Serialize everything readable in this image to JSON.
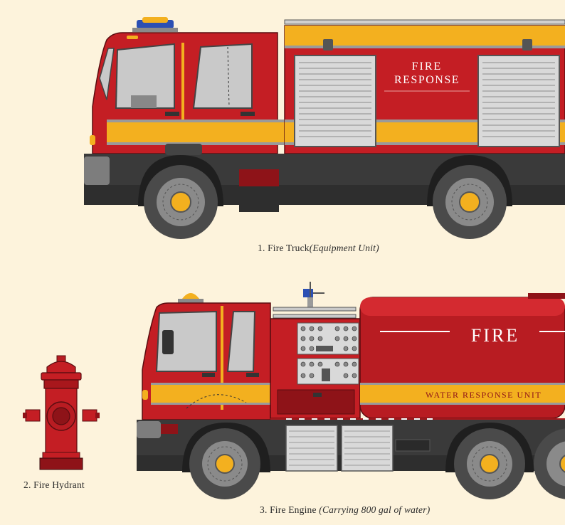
{
  "colors": {
    "background": "#fdf3dc",
    "red": "#c41e24",
    "dark_red": "#8e1318",
    "yellow": "#f3b01f",
    "charcoal": "#3a3a3a",
    "grey": "#8a8a8a",
    "wheel_hub": "#f3b01f"
  },
  "truck": {
    "panel_line1": "FIRE",
    "panel_line2": "RESPONSE",
    "caption_number": "1. Fire Truck",
    "caption_note": "(Equipment Unit)"
  },
  "hydrant": {
    "caption": "2. Fire Hydrant"
  },
  "engine": {
    "tank_label": "FIRE",
    "stripe_label": "WATER RESPONSE UNIT",
    "caption_number": "3. Fire Engine",
    "caption_note": "(Carrying 800 gal of water)"
  }
}
